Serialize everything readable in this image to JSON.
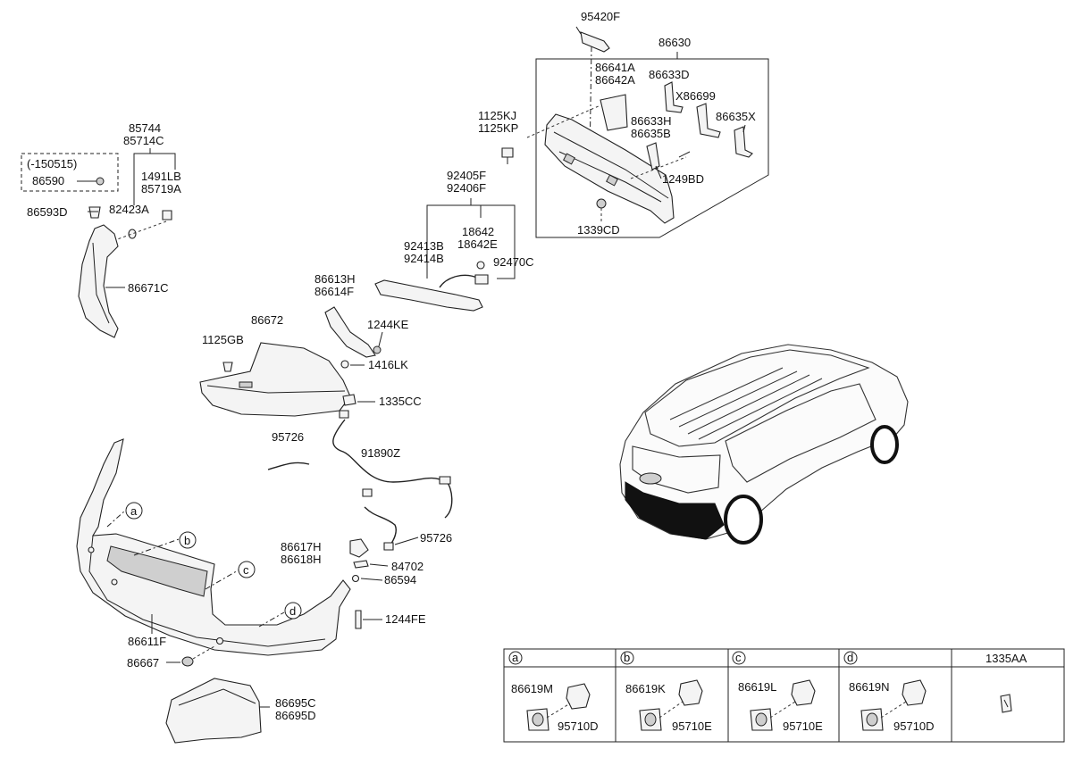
{
  "labels": {
    "p95420F": "95420F",
    "p86630": "86630",
    "p86641A": "86641A",
    "p86642A": "86642A",
    "p86633D": "86633D",
    "pX86699": "X86699",
    "p86633H": "86633H",
    "p86635B": "86635B",
    "p86635X": "86635X",
    "p1125KJ": "1125KJ",
    "p1125KP": "1125KP",
    "p1249BD": "1249BD",
    "p1339CD": "1339CD",
    "p92405F": "92405F",
    "p92406F": "92406F",
    "p18642": "18642",
    "p18642E": "18642E",
    "p92413B": "92413B",
    "p92414B": "92414B",
    "p92470C": "92470C",
    "p85744": "85744",
    "p85714C": "85714C",
    "p1491LB": "1491LB",
    "p85719A": "85719A",
    "p150515": "(-150515)",
    "p86590": "86590",
    "p82423A": "82423A",
    "p86593D": "86593D",
    "p86671C": "86671C",
    "p86613H": "86613H",
    "p86614F": "86614F",
    "p1244KE": "1244KE",
    "p86672": "86672",
    "p1125GB": "1125GB",
    "p1416LK": "1416LK",
    "p1335CC": "1335CC",
    "p95726a": "95726",
    "p91890Z": "91890Z",
    "p95726b": "95726",
    "p86617H": "86617H",
    "p86618H": "86618H",
    "p84702": "84702",
    "p86594": "86594",
    "p1244FE": "1244FE",
    "p86611F": "86611F",
    "p86667": "86667",
    "p86695C": "86695C",
    "p86695D": "86695D",
    "callA": "a",
    "callB": "b",
    "callC": "c",
    "callD": "d"
  },
  "table": {
    "headers": [
      "a",
      "b",
      "c",
      "d",
      "1335AA"
    ],
    "cells": [
      {
        "top": "86619M",
        "bottom": "95710D"
      },
      {
        "top": "86619K",
        "bottom": "95710E"
      },
      {
        "top": "86619L",
        "bottom": "95710E"
      },
      {
        "top": "86619N",
        "bottom": "95710D"
      }
    ]
  }
}
